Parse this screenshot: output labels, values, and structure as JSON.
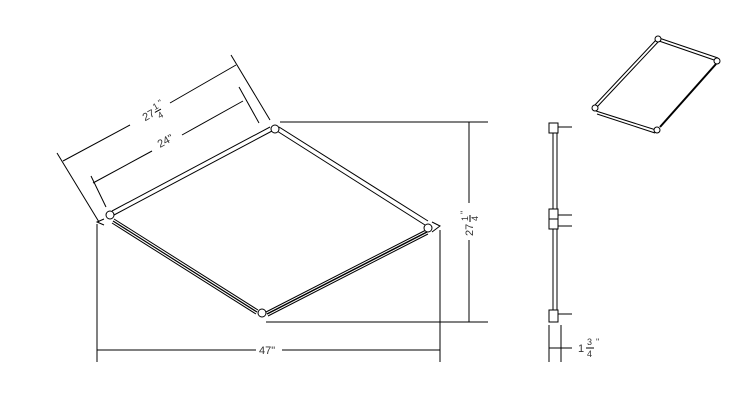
{
  "dimensions": {
    "outer_diagonal_whole": "27",
    "outer_diagonal_fraction_num": "1",
    "outer_diagonal_fraction_den": "4",
    "inner_diagonal": "24\"",
    "height_whole": "27",
    "height_fraction_num": "1",
    "height_fraction_den": "4",
    "width": "47\"",
    "depth_whole": "1",
    "depth_fraction_num": "3",
    "depth_fraction_den": "4",
    "inch_mark": "\""
  },
  "colors": {
    "line": "#000000",
    "text": "#333333"
  }
}
